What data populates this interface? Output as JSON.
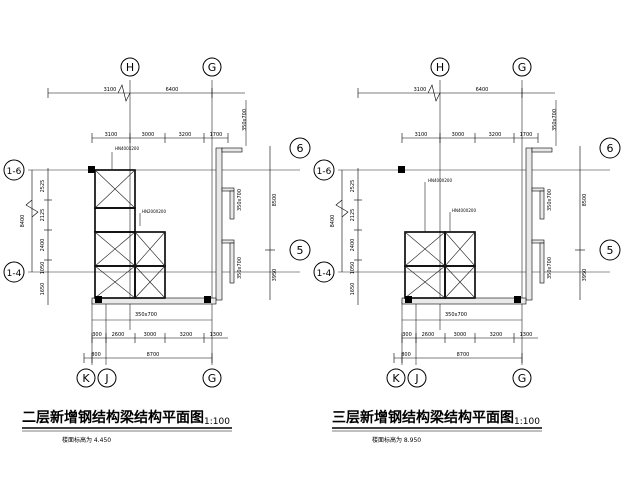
{
  "plans": [
    {
      "title": "二层新增钢结构梁结构平面图",
      "scale": "1:100",
      "note": "楼面标高为 4.450",
      "beam_labels": [
        "HN400X200",
        "HN200X200"
      ]
    },
    {
      "title": "三层新增钢结构梁结构平面图",
      "scale": "1:100",
      "note": "楼面标高为 8.950",
      "beam_labels": [
        "HN400X200",
        "HN400X200"
      ]
    }
  ],
  "grid": {
    "H": "H",
    "G": "G",
    "K": "K",
    "J": "J",
    "r6": "6",
    "r5": "5",
    "l16": "1-6",
    "l14": "1-4"
  },
  "dims": {
    "top1": [
      "3100",
      "6400"
    ],
    "top2": [
      "3100",
      "3000",
      "3200",
      "1700"
    ],
    "bottom1": [
      "300",
      "2600",
      "3000",
      "3200",
      "1300"
    ],
    "bottom2": [
      "800",
      "8700"
    ],
    "left_total": "8400",
    "left_parts": [
      "2525",
      "2125",
      "2400",
      "1050",
      "1650"
    ],
    "right_total": "8500",
    "right_parts": [
      "3950"
    ],
    "wall_sizes": [
      "350x700",
      "350x700",
      "350x700",
      "350x700"
    ]
  }
}
